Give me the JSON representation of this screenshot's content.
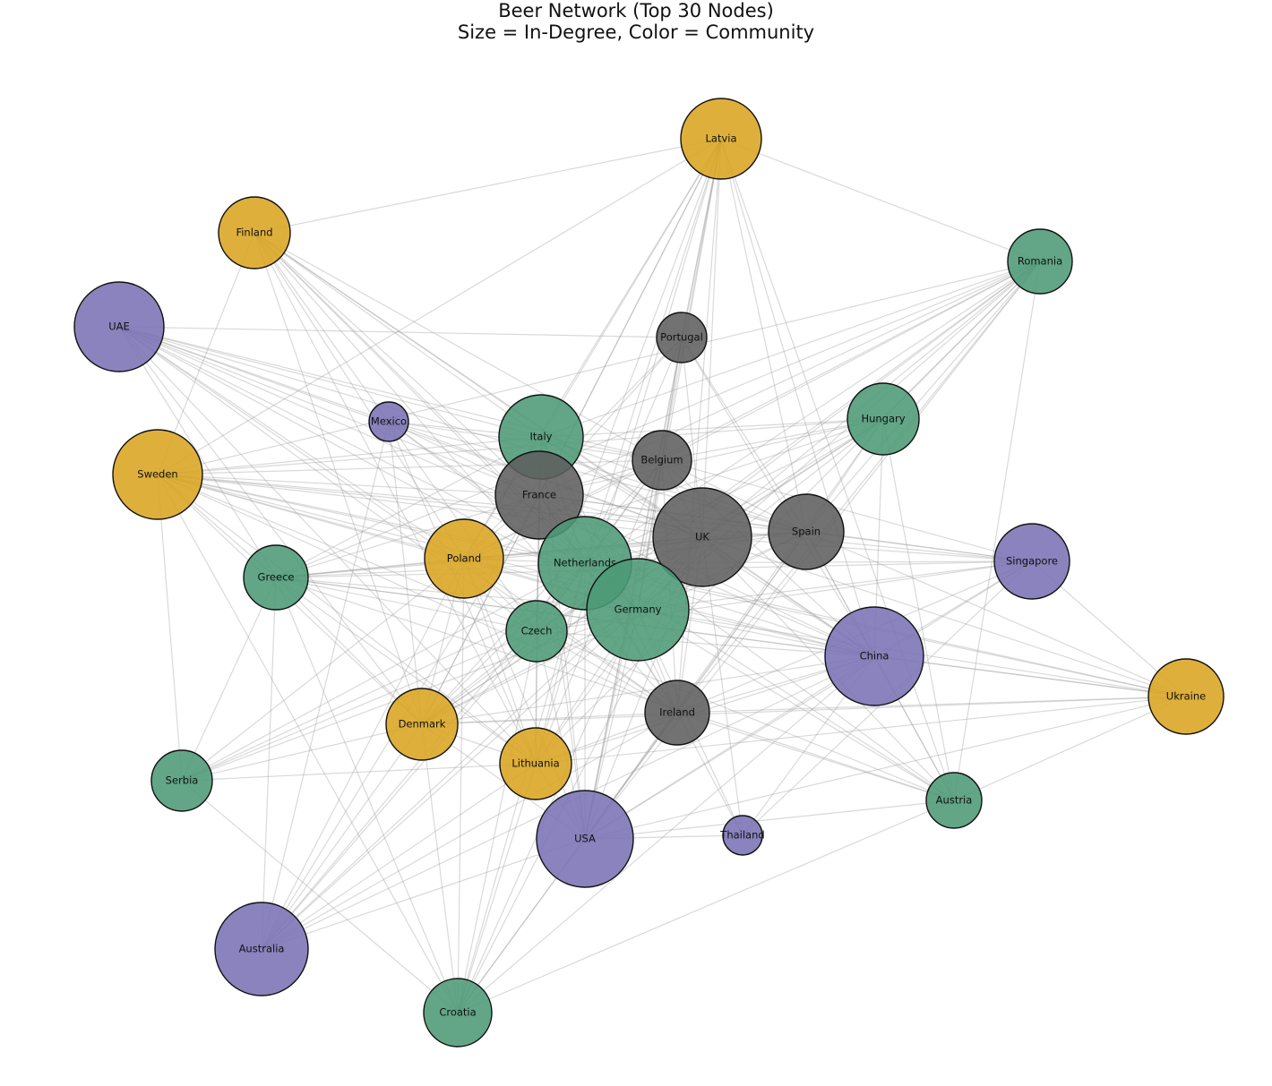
{
  "title": {
    "line1": "Beer Network (Top 30 Nodes)",
    "line2": "Size = In-Degree, Color = Community"
  },
  "colors": {
    "community_yellow": "#DAA520",
    "community_green": "#4C9A76",
    "community_gray": "#5E5E5E",
    "community_purple": "#7A72B4",
    "edge": "#9a9a9a"
  },
  "nodes": [
    {
      "id": "Latvia",
      "community": "yellow",
      "size": 45
    },
    {
      "id": "Finland",
      "community": "yellow",
      "size": 40
    },
    {
      "id": "UAE",
      "community": "purple",
      "size": 50
    },
    {
      "id": "Romania",
      "community": "green",
      "size": 36
    },
    {
      "id": "Portugal",
      "community": "gray",
      "size": 28
    },
    {
      "id": "Mexico",
      "community": "purple",
      "size": 22
    },
    {
      "id": "Italy",
      "community": "green",
      "size": 47
    },
    {
      "id": "Hungary",
      "community": "green",
      "size": 40
    },
    {
      "id": "Belgium",
      "community": "gray",
      "size": 33
    },
    {
      "id": "Sweden",
      "community": "yellow",
      "size": 50
    },
    {
      "id": "France",
      "community": "gray",
      "size": 49
    },
    {
      "id": "UK",
      "community": "gray",
      "size": 55
    },
    {
      "id": "Spain",
      "community": "gray",
      "size": 42
    },
    {
      "id": "Poland",
      "community": "yellow",
      "size": 44
    },
    {
      "id": "Netherlands",
      "community": "green",
      "size": 52
    },
    {
      "id": "Singapore",
      "community": "purple",
      "size": 42
    },
    {
      "id": "Greece",
      "community": "green",
      "size": 36
    },
    {
      "id": "Germany",
      "community": "green",
      "size": 57
    },
    {
      "id": "Czech",
      "community": "green",
      "size": 34
    },
    {
      "id": "China",
      "community": "purple",
      "size": 55
    },
    {
      "id": "Ukraine",
      "community": "yellow",
      "size": 42
    },
    {
      "id": "Ireland",
      "community": "gray",
      "size": 36
    },
    {
      "id": "Denmark",
      "community": "yellow",
      "size": 40
    },
    {
      "id": "Lithuania",
      "community": "yellow",
      "size": 40
    },
    {
      "id": "Serbia",
      "community": "green",
      "size": 34
    },
    {
      "id": "Austria",
      "community": "green",
      "size": 31
    },
    {
      "id": "Thailand",
      "community": "purple",
      "size": 22
    },
    {
      "id": "USA",
      "community": "purple",
      "size": 54
    },
    {
      "id": "Australia",
      "community": "purple",
      "size": 52
    },
    {
      "id": "Croatia",
      "community": "green",
      "size": 38
    }
  ],
  "edges": [
    [
      "Latvia",
      "Finland"
    ],
    [
      "Latvia",
      "Romania"
    ],
    [
      "Latvia",
      "UK"
    ],
    [
      "Latvia",
      "Netherlands"
    ],
    [
      "Latvia",
      "Germany"
    ],
    [
      "Latvia",
      "France"
    ],
    [
      "Latvia",
      "Belgium"
    ],
    [
      "Latvia",
      "Italy"
    ],
    [
      "Latvia",
      "Spain"
    ],
    [
      "Latvia",
      "China"
    ],
    [
      "Latvia",
      "USA"
    ],
    [
      "Latvia",
      "Czech"
    ],
    [
      "Latvia",
      "Poland"
    ],
    [
      "Latvia",
      "Lithuania"
    ],
    [
      "Latvia",
      "Portugal"
    ],
    [
      "Latvia",
      "Ireland"
    ],
    [
      "Latvia",
      "Sweden"
    ],
    [
      "Latvia",
      "Austria"
    ],
    [
      "Latvia",
      "Denmark"
    ],
    [
      "Finland",
      "France"
    ],
    [
      "Finland",
      "Netherlands"
    ],
    [
      "Finland",
      "Germany"
    ],
    [
      "Finland",
      "UK"
    ],
    [
      "Finland",
      "Belgium"
    ],
    [
      "Finland",
      "Poland"
    ],
    [
      "Finland",
      "Italy"
    ],
    [
      "Finland",
      "Denmark"
    ],
    [
      "Finland",
      "Sweden"
    ],
    [
      "Finland",
      "China"
    ],
    [
      "Finland",
      "Czech"
    ],
    [
      "Finland",
      "Ireland"
    ],
    [
      "Finland",
      "Lithuania"
    ],
    [
      "UAE",
      "France"
    ],
    [
      "UAE",
      "Netherlands"
    ],
    [
      "UAE",
      "Germany"
    ],
    [
      "UAE",
      "UK"
    ],
    [
      "UAE",
      "Belgium"
    ],
    [
      "UAE",
      "Italy"
    ],
    [
      "UAE",
      "Spain"
    ],
    [
      "UAE",
      "Poland"
    ],
    [
      "UAE",
      "Czech"
    ],
    [
      "UAE",
      "Greece"
    ],
    [
      "UAE",
      "Denmark"
    ],
    [
      "UAE",
      "Ireland"
    ],
    [
      "UAE",
      "Lithuania"
    ],
    [
      "UAE",
      "China"
    ],
    [
      "UAE",
      "Mexico"
    ],
    [
      "UAE",
      "Portugal"
    ],
    [
      "Romania",
      "UK"
    ],
    [
      "Romania",
      "Germany"
    ],
    [
      "Romania",
      "Netherlands"
    ],
    [
      "Romania",
      "France"
    ],
    [
      "Romania",
      "Belgium"
    ],
    [
      "Romania",
      "Italy"
    ],
    [
      "Romania",
      "Spain"
    ],
    [
      "Romania",
      "Czech"
    ],
    [
      "Romania",
      "Poland"
    ],
    [
      "Romania",
      "Hungary"
    ],
    [
      "Romania",
      "Ireland"
    ],
    [
      "Romania",
      "Sweden"
    ],
    [
      "Romania",
      "Greece"
    ],
    [
      "Romania",
      "Austria"
    ],
    [
      "Romania",
      "USA"
    ],
    [
      "Romania",
      "Lithuania"
    ],
    [
      "Romania",
      "Denmark"
    ],
    [
      "Portugal",
      "France"
    ],
    [
      "Portugal",
      "UK"
    ],
    [
      "Portugal",
      "Germany"
    ],
    [
      "Portugal",
      "Spain"
    ],
    [
      "Portugal",
      "Netherlands"
    ],
    [
      "Portugal",
      "Belgium"
    ],
    [
      "Portugal",
      "China"
    ],
    [
      "Portugal",
      "USA"
    ],
    [
      "Portugal",
      "Poland"
    ],
    [
      "Mexico",
      "France"
    ],
    [
      "Mexico",
      "UK"
    ],
    [
      "Mexico",
      "Germany"
    ],
    [
      "Mexico",
      "Netherlands"
    ],
    [
      "Mexico",
      "Belgium"
    ],
    [
      "Mexico",
      "Spain"
    ],
    [
      "Mexico",
      "Denmark"
    ],
    [
      "Mexico",
      "Australia"
    ],
    [
      "Mexico",
      "Lithuania"
    ],
    [
      "Mexico",
      "Italy"
    ],
    [
      "Italy",
      "UK"
    ],
    [
      "Italy",
      "Germany"
    ],
    [
      "Italy",
      "Netherlands"
    ],
    [
      "Italy",
      "France"
    ],
    [
      "Italy",
      "Belgium"
    ],
    [
      "Italy",
      "Spain"
    ],
    [
      "Italy",
      "Poland"
    ],
    [
      "Italy",
      "USA"
    ],
    [
      "Italy",
      "China"
    ],
    [
      "Italy",
      "Sweden"
    ],
    [
      "Italy",
      "Czech"
    ],
    [
      "Italy",
      "Ireland"
    ],
    [
      "Italy",
      "Greece"
    ],
    [
      "Italy",
      "Hungary"
    ],
    [
      "Hungary",
      "UK"
    ],
    [
      "Hungary",
      "Germany"
    ],
    [
      "Hungary",
      "Netherlands"
    ],
    [
      "Hungary",
      "France"
    ],
    [
      "Hungary",
      "Belgium"
    ],
    [
      "Hungary",
      "Czech"
    ],
    [
      "Hungary",
      "Poland"
    ],
    [
      "Hungary",
      "Austria"
    ],
    [
      "Hungary",
      "China"
    ],
    [
      "Hungary",
      "Spain"
    ],
    [
      "Hungary",
      "Sweden"
    ],
    [
      "Hungary",
      "USA"
    ],
    [
      "Hungary",
      "Denmark"
    ],
    [
      "Belgium",
      "UK"
    ],
    [
      "Belgium",
      "Germany"
    ],
    [
      "Belgium",
      "Netherlands"
    ],
    [
      "Belgium",
      "France"
    ],
    [
      "Belgium",
      "Spain"
    ],
    [
      "Belgium",
      "USA"
    ],
    [
      "Belgium",
      "China"
    ],
    [
      "Belgium",
      "Ireland"
    ],
    [
      "Belgium",
      "Poland"
    ],
    [
      "Belgium",
      "Czech"
    ],
    [
      "Belgium",
      "Singapore"
    ],
    [
      "Belgium",
      "Sweden"
    ],
    [
      "Belgium",
      "Lithuania"
    ],
    [
      "Belgium",
      "Denmark"
    ],
    [
      "Sweden",
      "France"
    ],
    [
      "Sweden",
      "UK"
    ],
    [
      "Sweden",
      "Germany"
    ],
    [
      "Sweden",
      "Netherlands"
    ],
    [
      "Sweden",
      "Poland"
    ],
    [
      "Sweden",
      "Denmark"
    ],
    [
      "Sweden",
      "Greece"
    ],
    [
      "Sweden",
      "Spain"
    ],
    [
      "Sweden",
      "China"
    ],
    [
      "Sweden",
      "Czech"
    ],
    [
      "Sweden",
      "Lithuania"
    ],
    [
      "Sweden",
      "Serbia"
    ],
    [
      "Sweden",
      "Croatia"
    ],
    [
      "Sweden",
      "Singapore"
    ],
    [
      "Sweden",
      "Ukraine"
    ],
    [
      "Sweden",
      "Ireland"
    ],
    [
      "France",
      "UK"
    ],
    [
      "France",
      "Germany"
    ],
    [
      "France",
      "Netherlands"
    ],
    [
      "France",
      "Spain"
    ],
    [
      "France",
      "USA"
    ],
    [
      "France",
      "China"
    ],
    [
      "France",
      "Poland"
    ],
    [
      "France",
      "Czech"
    ],
    [
      "France",
      "Ireland"
    ],
    [
      "France",
      "Greece"
    ],
    [
      "France",
      "Singapore"
    ],
    [
      "France",
      "Denmark"
    ],
    [
      "France",
      "Lithuania"
    ],
    [
      "France",
      "Australia"
    ],
    [
      "France",
      "Austria"
    ],
    [
      "UK",
      "Germany"
    ],
    [
      "UK",
      "Netherlands"
    ],
    [
      "UK",
      "Spain"
    ],
    [
      "UK",
      "USA"
    ],
    [
      "UK",
      "China"
    ],
    [
      "UK",
      "Ireland"
    ],
    [
      "UK",
      "Poland"
    ],
    [
      "UK",
      "Czech"
    ],
    [
      "UK",
      "Singapore"
    ],
    [
      "UK",
      "Ukraine"
    ],
    [
      "UK",
      "Austria"
    ],
    [
      "UK",
      "Thailand"
    ],
    [
      "UK",
      "Australia"
    ],
    [
      "UK",
      "Greece"
    ],
    [
      "UK",
      "Denmark"
    ],
    [
      "UK",
      "Lithuania"
    ],
    [
      "UK",
      "Serbia"
    ],
    [
      "UK",
      "Croatia"
    ],
    [
      "Spain",
      "Germany"
    ],
    [
      "Spain",
      "Netherlands"
    ],
    [
      "Spain",
      "USA"
    ],
    [
      "Spain",
      "China"
    ],
    [
      "Spain",
      "Singapore"
    ],
    [
      "Spain",
      "Ireland"
    ],
    [
      "Spain",
      "Poland"
    ],
    [
      "Spain",
      "Ukraine"
    ],
    [
      "Spain",
      "Austria"
    ],
    [
      "Spain",
      "Greece"
    ],
    [
      "Spain",
      "Denmark"
    ],
    [
      "Poland",
      "Germany"
    ],
    [
      "Poland",
      "Netherlands"
    ],
    [
      "Poland",
      "Czech"
    ],
    [
      "Poland",
      "Lithuania"
    ],
    [
      "Poland",
      "Denmark"
    ],
    [
      "Poland",
      "Greece"
    ],
    [
      "Poland",
      "USA"
    ],
    [
      "Poland",
      "China"
    ],
    [
      "Poland",
      "Ireland"
    ],
    [
      "Poland",
      "Serbia"
    ],
    [
      "Poland",
      "Croatia"
    ],
    [
      "Poland",
      "Australia"
    ],
    [
      "Netherlands",
      "Germany"
    ],
    [
      "Netherlands",
      "USA"
    ],
    [
      "Netherlands",
      "China"
    ],
    [
      "Netherlands",
      "Czech"
    ],
    [
      "Netherlands",
      "Ireland"
    ],
    [
      "Netherlands",
      "Lithuania"
    ],
    [
      "Netherlands",
      "Denmark"
    ],
    [
      "Netherlands",
      "Singapore"
    ],
    [
      "Netherlands",
      "Ukraine"
    ],
    [
      "Netherlands",
      "Australia"
    ],
    [
      "Netherlands",
      "Greece"
    ],
    [
      "Netherlands",
      "Croatia"
    ],
    [
      "Netherlands",
      "Serbia"
    ],
    [
      "Netherlands",
      "Austria"
    ],
    [
      "Singapore",
      "Germany"
    ],
    [
      "Singapore",
      "China"
    ],
    [
      "Singapore",
      "USA"
    ],
    [
      "Singapore",
      "Greece"
    ],
    [
      "Singapore",
      "Ireland"
    ],
    [
      "Singapore",
      "Czech"
    ],
    [
      "Singapore",
      "Ukraine"
    ],
    [
      "Singapore",
      "Thailand"
    ],
    [
      "Greece",
      "Germany"
    ],
    [
      "Greece",
      "Czech"
    ],
    [
      "Greece",
      "Serbia"
    ],
    [
      "Greece",
      "Croatia"
    ],
    [
      "Greece",
      "Australia"
    ],
    [
      "Greece",
      "Lithuania"
    ],
    [
      "Greece",
      "Denmark"
    ],
    [
      "Greece",
      "China"
    ],
    [
      "Greece",
      "Ukraine"
    ],
    [
      "Greece",
      "Austria"
    ],
    [
      "Germany",
      "USA"
    ],
    [
      "Germany",
      "China"
    ],
    [
      "Germany",
      "Czech"
    ],
    [
      "Germany",
      "Ireland"
    ],
    [
      "Germany",
      "Lithuania"
    ],
    [
      "Germany",
      "Denmark"
    ],
    [
      "Germany",
      "Ukraine"
    ],
    [
      "Germany",
      "Austria"
    ],
    [
      "Germany",
      "Australia"
    ],
    [
      "Germany",
      "Serbia"
    ],
    [
      "Germany",
      "Croatia"
    ],
    [
      "Germany",
      "Thailand"
    ],
    [
      "Czech",
      "USA"
    ],
    [
      "Czech",
      "China"
    ],
    [
      "Czech",
      "Lithuania"
    ],
    [
      "Czech",
      "Denmark"
    ],
    [
      "Czech",
      "Australia"
    ],
    [
      "Czech",
      "Croatia"
    ],
    [
      "Czech",
      "Serbia"
    ],
    [
      "Czech",
      "Ireland"
    ],
    [
      "Czech",
      "Austria"
    ],
    [
      "China",
      "USA"
    ],
    [
      "China",
      "Ukraine"
    ],
    [
      "China",
      "Austria"
    ],
    [
      "China",
      "Thailand"
    ],
    [
      "China",
      "Ireland"
    ],
    [
      "China",
      "Australia"
    ],
    [
      "China",
      "Denmark"
    ],
    [
      "China",
      "Lithuania"
    ],
    [
      "China",
      "Croatia"
    ],
    [
      "Ukraine",
      "Lithuania"
    ],
    [
      "Ukraine",
      "Ireland"
    ],
    [
      "Ukraine",
      "Austria"
    ],
    [
      "Ukraine",
      "USA"
    ],
    [
      "Ukraine",
      "Denmark"
    ],
    [
      "Ireland",
      "USA"
    ],
    [
      "Ireland",
      "Australia"
    ],
    [
      "Ireland",
      "Lithuania"
    ],
    [
      "Ireland",
      "Denmark"
    ],
    [
      "Ireland",
      "Croatia"
    ],
    [
      "Ireland",
      "Thailand"
    ],
    [
      "Ireland",
      "Austria"
    ],
    [
      "Denmark",
      "USA"
    ],
    [
      "Denmark",
      "Lithuania"
    ],
    [
      "Denmark",
      "Australia"
    ],
    [
      "Denmark",
      "Serbia"
    ],
    [
      "Denmark",
      "Croatia"
    ],
    [
      "Lithuania",
      "USA"
    ],
    [
      "Lithuania",
      "Australia"
    ],
    [
      "Lithuania",
      "Croatia"
    ],
    [
      "Lithuania",
      "Serbia"
    ],
    [
      "Serbia",
      "Croatia"
    ],
    [
      "Austria",
      "USA"
    ],
    [
      "Austria",
      "Croatia"
    ],
    [
      "Thailand",
      "USA"
    ],
    [
      "USA",
      "Australia"
    ],
    [
      "USA",
      "Croatia"
    ]
  ]
}
